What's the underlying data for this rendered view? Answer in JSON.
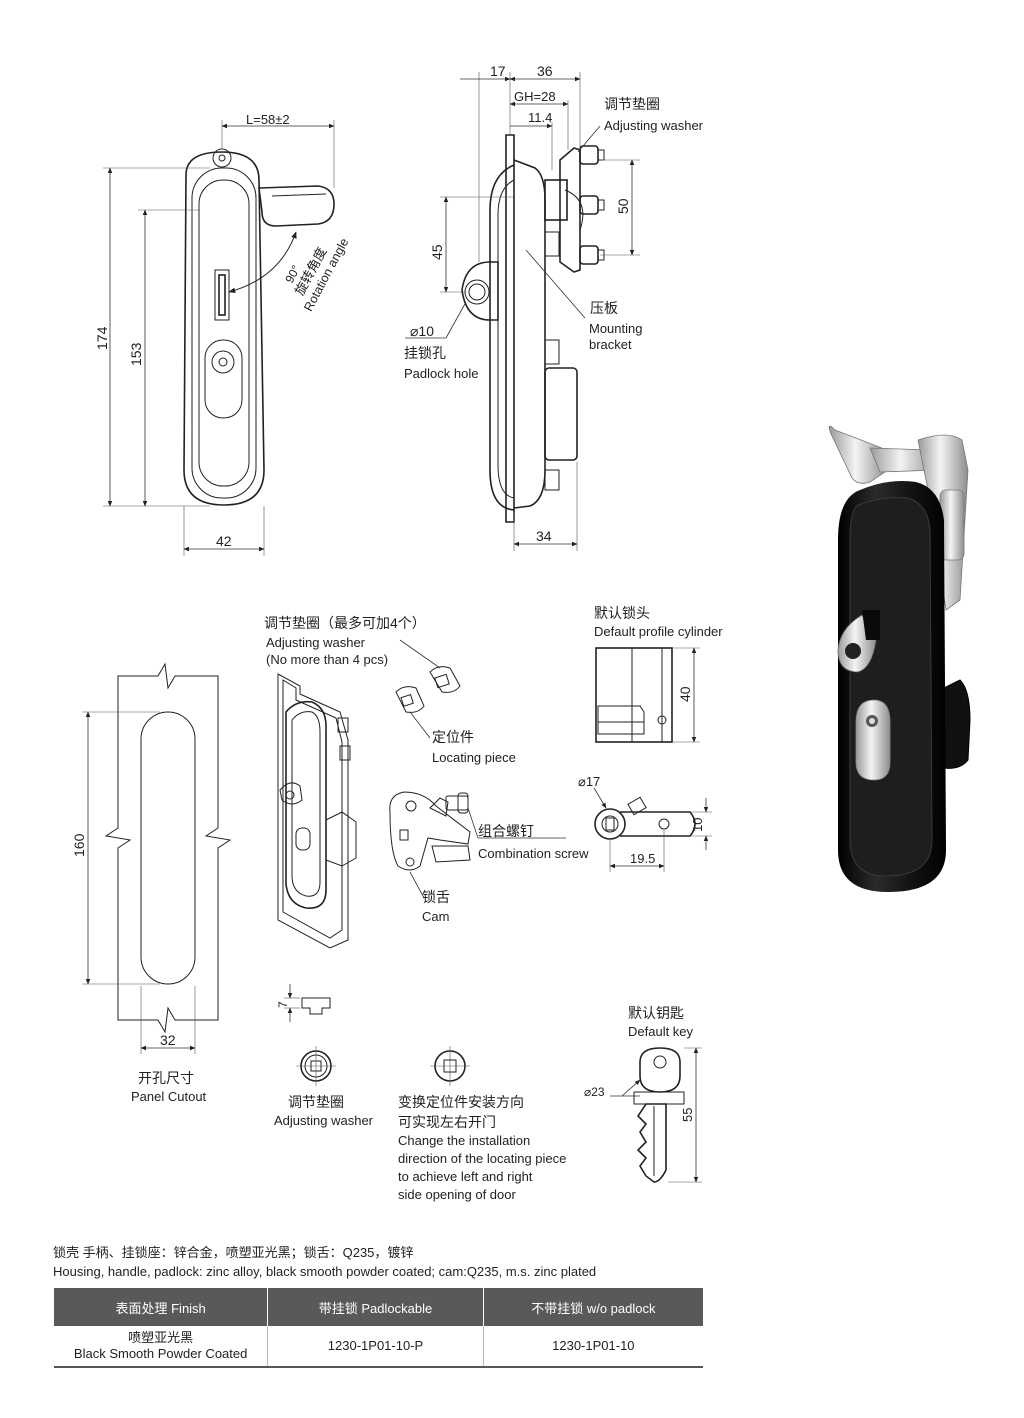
{
  "front_view": {
    "width_label": "L=58±2",
    "height_total": "174",
    "height_inner": "153",
    "base_width": "42",
    "angle": "90°",
    "angle_cn": "旋转角度",
    "angle_en": "Rotation angle"
  },
  "side_view": {
    "dim_17": "17",
    "dim_36": "36",
    "dim_gh": "GH=28",
    "dim_114": "11.4",
    "dim_50": "50",
    "dim_45": "45",
    "dim_34": "34",
    "padlock_dia": "⌀10",
    "washer_cn": "调节垫圈",
    "washer_en": "Adjusting washer",
    "bracket_cn": "压板",
    "bracket_en1": "Mounting",
    "bracket_en2": "bracket",
    "padlock_cn": "挂锁孔",
    "padlock_en": "Padlock hole"
  },
  "exploded": {
    "washer_cn": "调节垫圈（最多可加4个）",
    "washer_en1": "Adjusting washer",
    "washer_en2": "(No more than 4 pcs)",
    "locating_cn": "定位件",
    "locating_en": "Locating piece",
    "screw_cn": "组合螺钉",
    "screw_en": "Combination screw",
    "cam_cn": "锁舌",
    "cam_en": "Cam"
  },
  "cylinder": {
    "title_cn": "默认锁头",
    "title_en": "Default profile cylinder",
    "height": "40",
    "dia": "⌀17",
    "dim_10": "10",
    "dim_195": "19.5"
  },
  "cutout": {
    "height": "160",
    "width": "32",
    "label_cn": "开孔尺寸",
    "label_en": "Panel Cutout"
  },
  "washer_detail": {
    "thickness": "7",
    "label_cn": "调节垫圈",
    "label_en": "Adjusting washer"
  },
  "locating_note": {
    "cn1": "变换定位件安装方向",
    "cn2": "可实现左右开门",
    "en1": "Change the installation",
    "en2": "direction of the locating piece",
    "en3": "to achieve left and right",
    "en4": "side opening of door"
  },
  "key": {
    "title_cn": "默认钥匙",
    "title_en": "Default key",
    "dia": "⌀23",
    "length": "55"
  },
  "materials": {
    "line_cn": "锁壳 手柄、挂锁座：锌合金，喷塑亚光黑；锁舌：Q235，镀锌",
    "line_en": "Housing, handle, padlock: zinc alloy, black smooth powder coated; cam:Q235, m.s. zinc plated"
  },
  "table": {
    "headers": [
      "表面处理  Finish",
      "带挂锁  Padlockable",
      "不带挂锁  w/o padlock"
    ],
    "finish_cn": "喷塑亚光黑",
    "finish_en": "Black Smooth Powder Coated",
    "padlockable": "1230-1P01-10-P",
    "no_padlock": "1230-1P01-10"
  },
  "colors": {
    "header_bg": "#595959",
    "product_black": "#141414"
  }
}
